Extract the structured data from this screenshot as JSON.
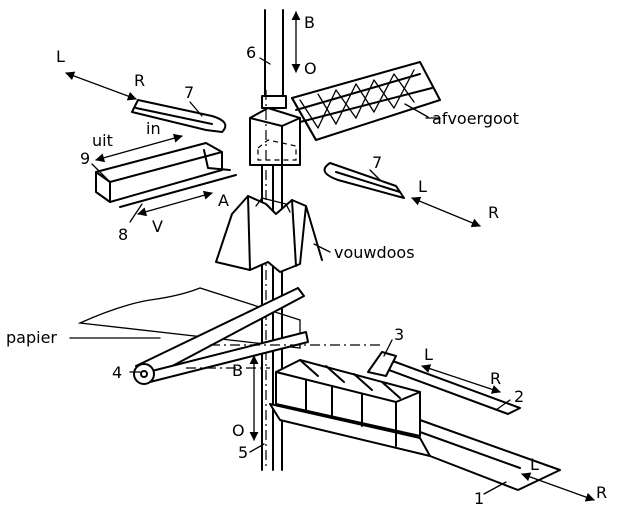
{
  "labels": {
    "afvoergoot": "afvoergoot",
    "vouwdoos": "vouwdoos",
    "papier": "papier",
    "uit": "uit",
    "in": "in"
  },
  "letters": {
    "L_top_left": "L",
    "R_top_left": "R",
    "B_top": "B",
    "O_top": "O",
    "L_mid_right": "L",
    "R_mid_right": "R",
    "A": "A",
    "V": "V",
    "B_bottom": "B",
    "O_bottom": "O",
    "L_rail2": "L",
    "R_rail2": "R",
    "L_bottom": "L",
    "R_bottom": "R"
  },
  "numbers": {
    "n1": "1",
    "n2": "2",
    "n3": "3",
    "n4": "4",
    "n5": "5",
    "n6": "6",
    "n7_left": "7",
    "n7_right": "7",
    "n8": "8",
    "n9": "9"
  }
}
